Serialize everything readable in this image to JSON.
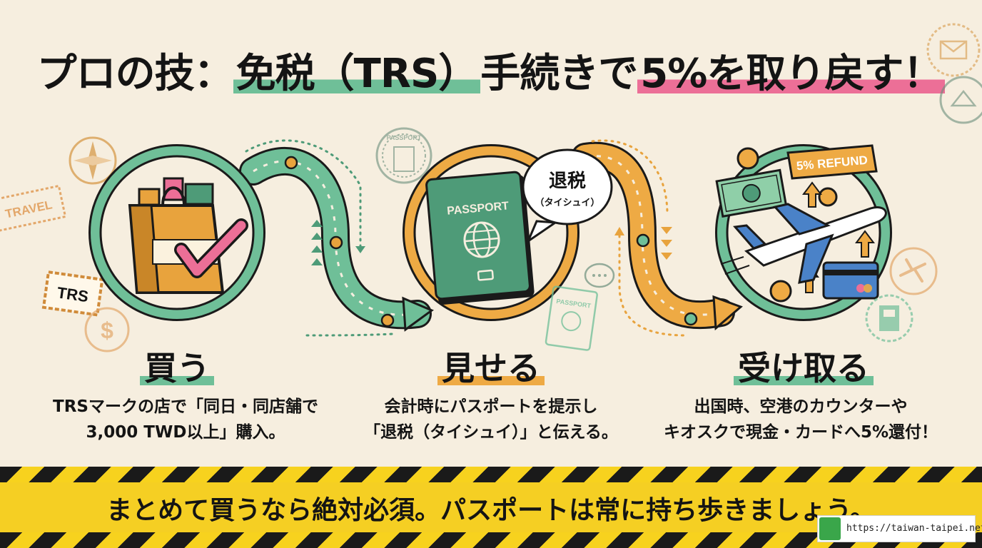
{
  "title": {
    "part1": "プロの技：",
    "highlight1": "免税（TRS）",
    "part2": "手続きで",
    "highlight2": "5%を取り戻す！"
  },
  "stamps": {
    "travel": "TRAVEL",
    "trs": "TRS",
    "passport_stamp": "PASSPORT",
    "refund_tag": "5% REFUND"
  },
  "speech_bubble": {
    "main": "退税",
    "reading": "（タイシュイ）"
  },
  "passport": {
    "label": "PASSPORT",
    "small_label": "PASSPORT"
  },
  "steps": [
    {
      "title": "買う",
      "desc_line1": "TRSマークの店で「同日・同店舗で",
      "desc_line2": "3,000 TWD以上」購入。"
    },
    {
      "title": "見せる",
      "desc_line1": "会計時にパスポートを提示し",
      "desc_line2": "「退税（タイシュイ）」と伝える。"
    },
    {
      "title": "受け取る",
      "desc_line1": "出国時、空港のカウンターや",
      "desc_line2": "キオスクで現金・カードへ5%還付！"
    }
  ],
  "banner": {
    "text": "まとめて買うなら絶対必須。パスポートは常に持ち歩きましょう。"
  },
  "footer": {
    "url": "https://taiwan-taipei.net/"
  },
  "colors": {
    "background": "#f6eedf",
    "green": "#4e9b78",
    "orange": "#e8a33d",
    "pink": "#ec6f97",
    "hazard_yellow": "#f5cf23"
  }
}
